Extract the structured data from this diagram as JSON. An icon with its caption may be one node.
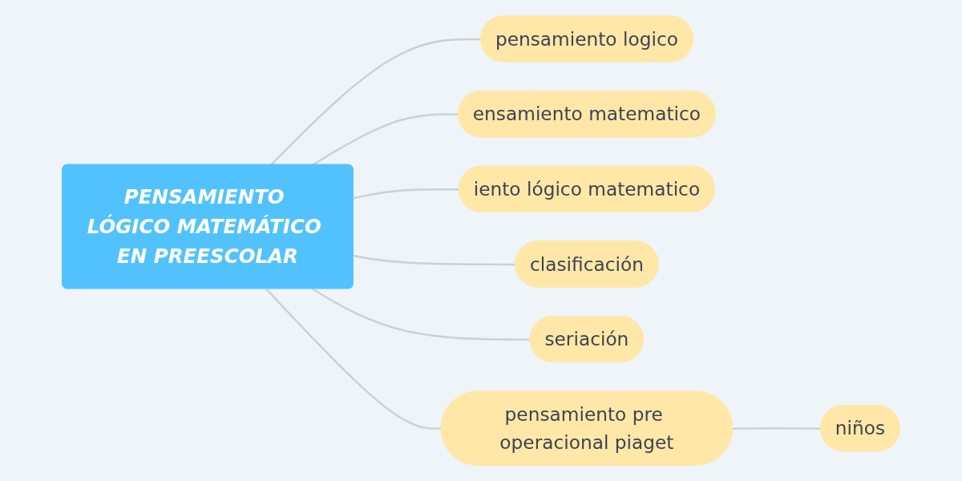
{
  "diagram": {
    "nodes": [
      {
        "text": [
          "PENSAMIENTO LÓGICO MATEMÁTICO EN PREESCOLAR"
        ]
      },
      {
        "text": [
          "pensamiento logico"
        ]
      },
      {
        "text": [
          "ensamiento matematico"
        ]
      },
      {
        "text": [
          "iento lógico matematico"
        ]
      },
      {
        "text": [
          "clasificación"
        ]
      },
      {
        "text": [
          "seriación"
        ]
      },
      {
        "text": [
          "pensamiento pre operacional piaget"
        ]
      },
      {
        "text": [
          "niños"
        ]
      }
    ],
    "edges": [
      {
        "from": 0,
        "to": 1,
        "arrow": "none"
      },
      {
        "from": 0,
        "to": 2,
        "arrow": "none"
      },
      {
        "from": 0,
        "to": 3,
        "arrow": "none"
      },
      {
        "from": 0,
        "to": 4,
        "arrow": "none"
      },
      {
        "from": 0,
        "to": 5,
        "arrow": "none"
      },
      {
        "from": 0,
        "to": 6,
        "arrow": "none"
      },
      {
        "from": 6,
        "to": 7,
        "arrow": "none"
      }
    ]
  }
}
